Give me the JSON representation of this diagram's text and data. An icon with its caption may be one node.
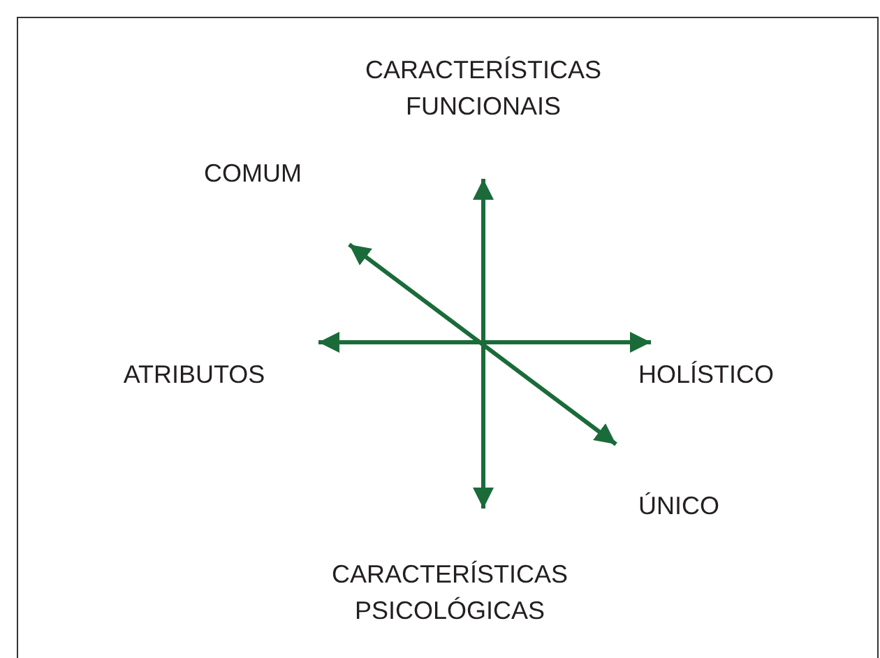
{
  "diagram": {
    "nodes": [
      {
        "text": [
          "CARACTERÍSTICAS FUNCIONAIS"
        ]
      },
      {
        "text": [
          "COMUM"
        ]
      },
      {
        "text": [
          "ATRIBUTOS"
        ]
      },
      {
        "text": [
          "HOLÍSTICO"
        ]
      },
      {
        "text": [
          "ÚNICO"
        ]
      },
      {
        "text": [
          "CARACTERÍSTICAS PSICOLÓGICAS"
        ]
      }
    ],
    "edges": [
      {
        "from": 0,
        "to": 5,
        "arrow": "both"
      },
      {
        "from": 2,
        "to": 3,
        "arrow": "both"
      },
      {
        "from": 1,
        "to": 4,
        "arrow": "both"
      }
    ]
  }
}
